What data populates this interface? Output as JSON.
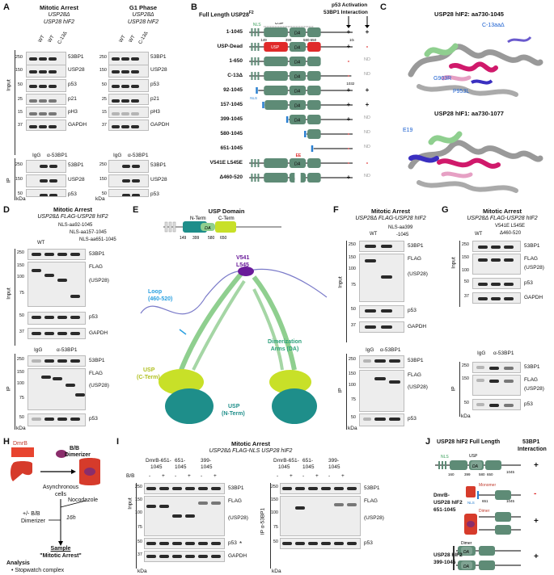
{
  "panel_labels": [
    "A",
    "B",
    "C",
    "D",
    "E",
    "F",
    "G",
    "H",
    "I",
    "J"
  ],
  "A": {
    "left_title": "Mitotic Arrest",
    "right_title": "G1 Phase",
    "genotype_line1": "USP28Δ",
    "genotype_line2": "USP28 hIF2",
    "lanes": [
      "WT",
      "WT",
      "C-13Δ"
    ],
    "lanes_right": [
      "WT",
      "WT",
      "C-13Δ"
    ],
    "input_label": "Input",
    "ip_label": "IP",
    "input_blots": [
      "53BP1",
      "USP28",
      "p53",
      "p21",
      "pH3",
      "GAPDH"
    ],
    "input_mw": [
      "250",
      "150",
      "50",
      "25",
      "15",
      "37"
    ],
    "ip_header": [
      "IgG",
      "α-53BP1"
    ],
    "ip_blots": [
      "53BP1",
      "USP28",
      "p53"
    ],
    "ip_mw": [
      "250",
      "150",
      "50"
    ],
    "kda": "kDa"
  },
  "B": {
    "full_length": "Full Length USP28",
    "superscript": "F2",
    "header_activation": "p53 Activation",
    "header_interaction": "53BP1 Interaction",
    "domain_nls": "NLS",
    "domain_usp": "USP",
    "domain_da": "DA",
    "positions": [
      "149",
      "399",
      "580",
      "650",
      "1045"
    ],
    "position_1032": "1032",
    "ee_label": "EE",
    "nls_label": "NLS",
    "constructs": [
      {
        "name": "1-1045",
        "act": "+",
        "int": "+"
      },
      {
        "name": "USP-Dead",
        "act": "+",
        "int": "-"
      },
      {
        "name": "1-650",
        "act": "-",
        "int": "ND"
      },
      {
        "name": "C-13Δ",
        "act": "-",
        "int": "ND"
      },
      {
        "name": "92-1045",
        "act": "+",
        "int": "+"
      },
      {
        "name": "157-1045",
        "act": "+",
        "int": "+"
      },
      {
        "name": "399-1045",
        "act": "+",
        "int": "ND"
      },
      {
        "name": "580-1045",
        "act": "-",
        "int": "ND"
      },
      {
        "name": "651-1045",
        "act": "-",
        "int": "ND"
      },
      {
        "name": "V541E L545E",
        "act": "-",
        "int": "-"
      },
      {
        "name": "Δ460-520",
        "act": "+",
        "int": "ND"
      }
    ]
  },
  "C": {
    "title1": "USP28 hIF2: aa730-1045",
    "title2": "USP28 hIF1: aa730-1077",
    "label_c13": "C-13aaΔ",
    "label_g903r": "G903R",
    "label_p953l": "P953L",
    "label_e19": "E19"
  },
  "D": {
    "title": "Mitotic Arrest",
    "genotype": "USP28Δ FLAG-USP28 hIF2",
    "lanes": [
      "WT"
    ],
    "lanes_rot": [
      "NLS-aa92-1045",
      "NLS-aa157-1045",
      "NLS-aa651-1045"
    ],
    "input_label": "Input",
    "ip_label": "IP",
    "input_blots": [
      "53BP1",
      "FLAG",
      "(USP28)",
      "p53",
      "GAPDH"
    ],
    "input_mw": [
      "250",
      "150",
      "100",
      "75",
      "50",
      "37"
    ],
    "ip_header": [
      "IgG",
      "α-53BP1"
    ],
    "ip_blots": [
      "53BP1",
      "FLAG",
      "(USP28)",
      "p53"
    ],
    "ip_mw": [
      "250",
      "150",
      "100",
      "75",
      "50"
    ],
    "kda": "kDa"
  },
  "E": {
    "title": "USP Domain",
    "nterm": "N-Term",
    "cterm": "C-Term",
    "da": "DA",
    "positions": [
      "149",
      "399",
      "580",
      "650"
    ],
    "loop": "Loop",
    "loop_range": "(460-520)",
    "v541": "V541",
    "l545": "L545",
    "dim1": "Dimerization",
    "dim2": "Arms (DA)",
    "uspc1": "USP",
    "uspc2": "(C-Term)",
    "uspn1": "USP",
    "uspn2": "(N-Term)"
  },
  "F": {
    "title": "Mitotic Arrest",
    "genotype": "USP28Δ FLAG-USP28 hIF2",
    "lanes": [
      "WT",
      "NLS-aa399",
      "-1045"
    ],
    "input_label": "Input",
    "ip_label": "IP",
    "input_blots": [
      "53BP1",
      "FLAG",
      "(USP28)",
      "p53",
      "GAPDH"
    ],
    "input_mw": [
      "250",
      "150",
      "100",
      "75",
      "50",
      "37"
    ],
    "ip_header": [
      "IgG",
      "α-53BP1"
    ],
    "ip_blots": [
      "53BP1",
      "FLAG",
      "(USP28)",
      "p53"
    ],
    "ip_mw": [
      "250",
      "150",
      "100",
      "75",
      "50"
    ],
    "kda": "kDa"
  },
  "G": {
    "title": "Mitotic Arrest",
    "genotype": "USP28Δ FLAG-USP28 hIF2",
    "lanes": [
      "WT",
      "V541E L545E",
      "Δ460-520"
    ],
    "input_label": "Input",
    "ip_label": "IP",
    "input_blots": [
      "53BP1",
      "FLAG",
      "(USP28)",
      "p53",
      "GAPDH"
    ],
    "input_mw": [
      "250",
      "150",
      "100",
      "50",
      "37"
    ],
    "ip_header": [
      "IgG",
      "α-53BP1"
    ],
    "ip_blots": [
      "53BP1",
      "FLAG",
      "(USP28)",
      "p53"
    ],
    "ip_mw": [
      "250",
      "150",
      "50"
    ],
    "kda": "kDa"
  },
  "H": {
    "dmrb": "DmrB",
    "bb1": "B/B",
    "bb2": "Dimerizer",
    "async1": "Asynchronous",
    "async2": "cells",
    "nocodazole": "Nocodazole",
    "pm1": "+/- B/B",
    "pm2": "Dimerizer",
    "time": "16h",
    "sample": "Sample",
    "sample2": "\"Mitotic Arrest\"",
    "analysis": "Analysis",
    "bullet": "Stopwatch complex"
  },
  "I": {
    "title": "Mitotic Arrest",
    "genotype": "USP28Δ FLAG-NLS USP28 hIF2",
    "groups": [
      "DmrB-651-",
      "1045",
      "651-",
      "1045",
      "399-",
      "1045"
    ],
    "bb": "B/B",
    "signs": [
      "-",
      "+",
      "-",
      "+",
      "-",
      "+"
    ],
    "input_label": "Input",
    "ip_label": "IP α-53BP1",
    "input_blots": [
      "53BP1",
      "FLAG",
      "(USP28)",
      "p53",
      "GAPDH"
    ],
    "input_mw": [
      "250",
      "150",
      "100",
      "75",
      "50",
      "37"
    ],
    "ip_blots": [
      "53BP1",
      "FLAG",
      "(USP28)",
      "p53"
    ],
    "ip_mw": [
      "250",
      "150",
      "100",
      "75",
      "50"
    ],
    "asterisk": "*",
    "kda": "kDa"
  },
  "J": {
    "title": "USP28 hIF2 Full Length",
    "header": "53BP1",
    "header2": "Interaction",
    "nls": "NLS",
    "usp": "USP",
    "da": "DA",
    "positions": [
      "160",
      "399",
      "580",
      "650",
      "1045"
    ],
    "monomer": "Monomer",
    "dimer": "Dimer",
    "row2_1": "DmrB-",
    "row2_2": "USP28 hIF2",
    "row2_3": "651-1045",
    "row3_1": "USP28 hIF2",
    "row3_2": "399-1045",
    "pos651": "651",
    "pos1045": "1045",
    "results": [
      "+",
      "-",
      "+",
      "+"
    ]
  }
}
